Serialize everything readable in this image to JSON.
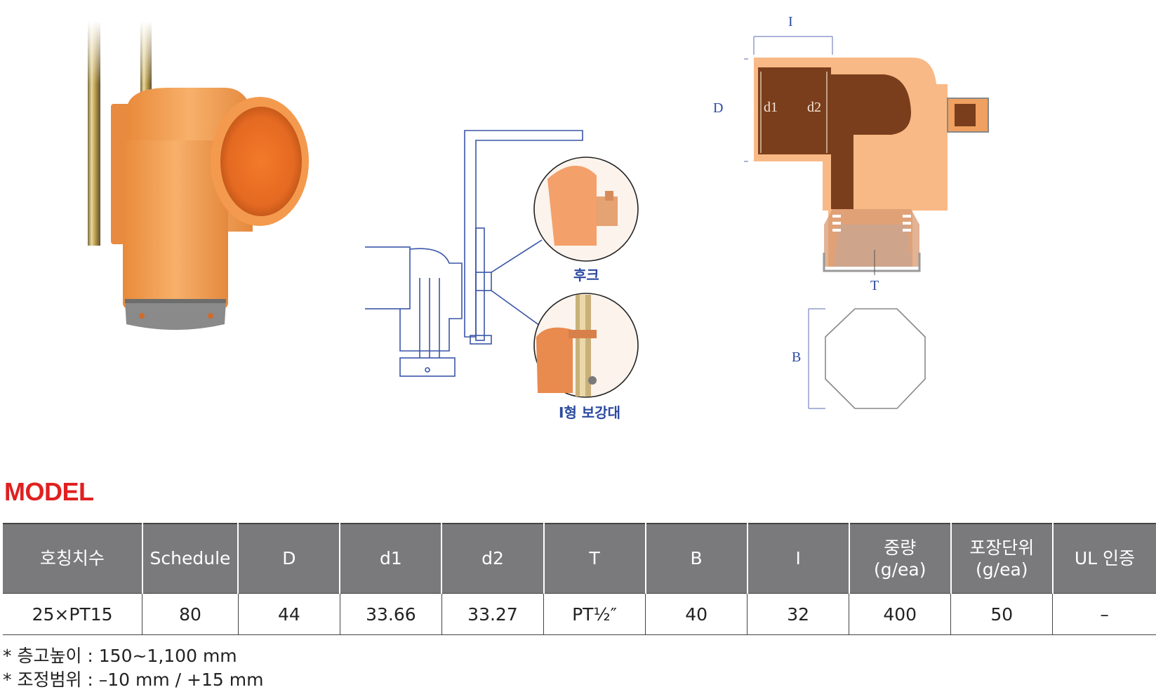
{
  "figure": {
    "callouts": {
      "hook": "후크",
      "reinforcement": "I형 보강대"
    },
    "dimension_labels": {
      "I": "I",
      "D": "D",
      "d1": "d1",
      "d2": "d2",
      "T": "T",
      "B": "B"
    }
  },
  "model": {
    "title": "MODEL",
    "columns": [
      "호칭치수",
      "Schedule",
      "D",
      "d1",
      "d2",
      "T",
      "B",
      "I",
      "중량\n(g/ea)",
      "포장단위\n(g/ea)",
      "UL 인증"
    ],
    "rows": [
      [
        "25×PT15",
        "80",
        "44",
        "33.66",
        "33.27",
        "PT½″",
        "40",
        "32",
        "400",
        "50",
        "–"
      ]
    ]
  },
  "notes": [
    "* 층고높이 : 150~1,100 mm",
    "* 조정범위 : –10 mm / +15 mm"
  ],
  "colors": {
    "title_red": "#e02020",
    "header_gray": "#7a7a7c",
    "drawing_blue": "#2b4aa0",
    "fitting_orange": "#f5a05a",
    "fitting_brown": "#7a3e1c"
  }
}
